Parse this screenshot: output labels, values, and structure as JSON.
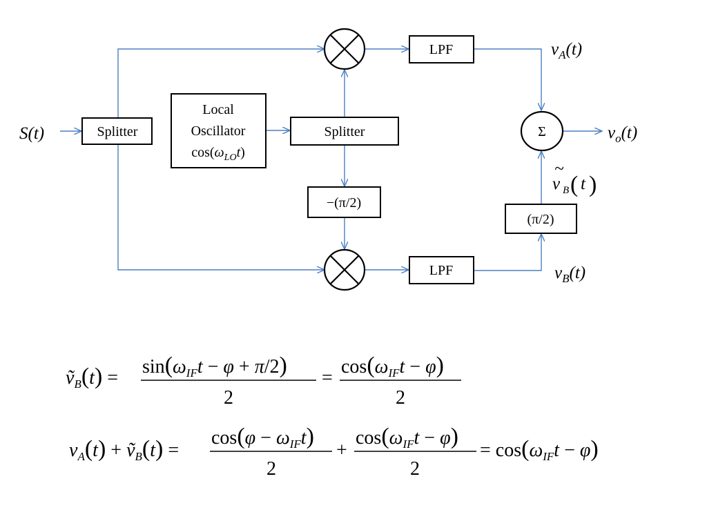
{
  "diagram": {
    "input_signal": {
      "main": "S(t)"
    },
    "splitter_left": "Splitter",
    "splitter_right": "Splitter",
    "local_oscillator": {
      "line1": "Local",
      "line2": "Oscillator",
      "line3_pre": "cos(",
      "line3_omega": "ω",
      "line3_sub": "LO",
      "line3_t": "t",
      "line3_post": ")"
    },
    "phase_shift_minus": "−(π/2)",
    "phase_shift_plus": "(π/2)",
    "lpf_top": "LPF",
    "lpf_bottom": "LPF",
    "sum_symbol": "Σ",
    "vA": {
      "main": "v",
      "sub": "A",
      "arg": "(t)"
    },
    "vB": {
      "main": "v",
      "sub": "B",
      "arg": "(t)"
    },
    "vBt": {
      "tilde": "~",
      "main": "v",
      "sub": "B",
      "arg": "t"
    },
    "vo": {
      "main": "v",
      "sub": "o",
      "arg": "(t)"
    },
    "colors": {
      "wire": "#4a7fc1",
      "box_border": "#000000",
      "background": "#ffffff"
    },
    "icons": {
      "mixer": "multiply-circle-icon",
      "summer": "sum-circle-icon",
      "arrow": "arrowhead-icon"
    }
  },
  "equations": {
    "eq1": {
      "lhs": "ṽ_B(t) =",
      "frac1_num": "sin(ω_IF t − φ + π/2)",
      "frac1_den": "2",
      "eq": "=",
      "frac2_num": "cos(ω_IF t − φ)",
      "frac2_den": "2"
    },
    "eq2": {
      "lhs": "v_A(t) + ṽ_B(t) =",
      "frac1_num": "cos(φ − ω_IF t)",
      "frac1_den": "2",
      "plus": "+",
      "frac2_num": "cos(ω_IF t − φ)",
      "frac2_den": "2",
      "rhs": "= cos(ω_IF t − φ)"
    }
  }
}
